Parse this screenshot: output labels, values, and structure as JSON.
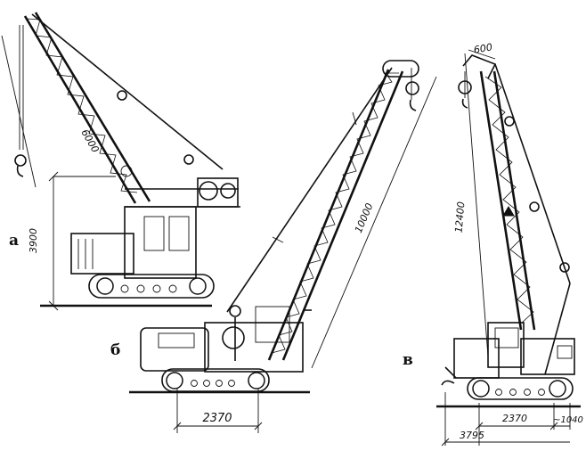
{
  "panels": {
    "a": {
      "label": "а",
      "boom_length": "6000",
      "height": "3900"
    },
    "b": {
      "label": "б",
      "boom_length": "10000",
      "track_width": "2370"
    },
    "v": {
      "label": "в",
      "boom_length": "12400",
      "jib_head": "600",
      "track_width": "2370",
      "overhang": "~1040",
      "overall_width": "3795"
    }
  }
}
